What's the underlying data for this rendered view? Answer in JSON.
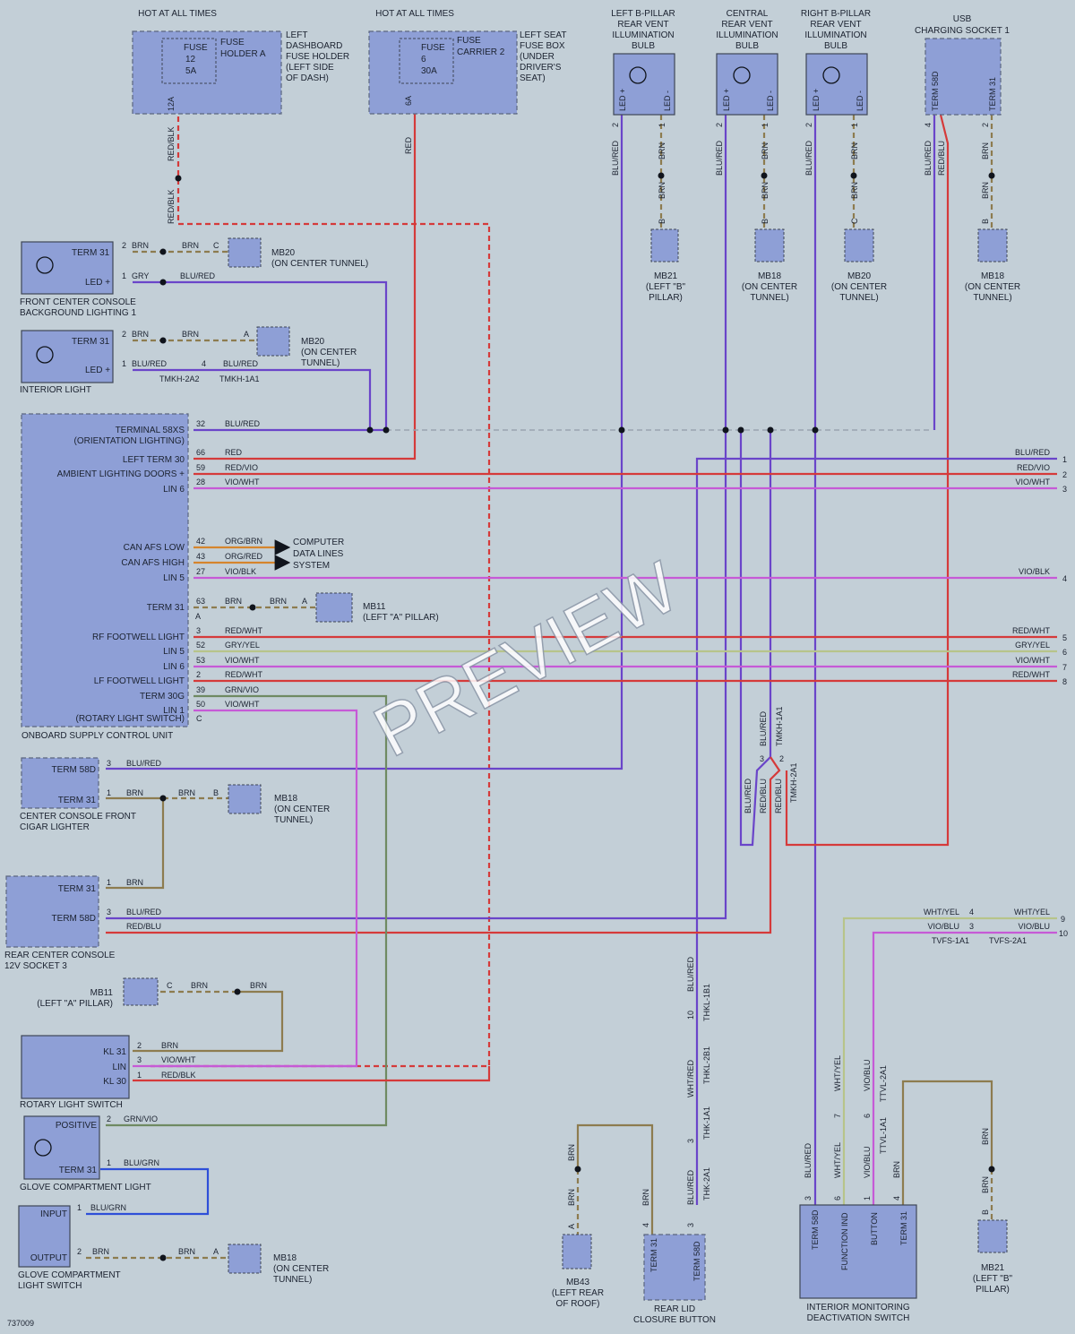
{
  "colors": {
    "background": "#c3cfd7",
    "component_fill": "#8e9fd6",
    "wire_red": "#d53a3a",
    "wire_blue_red": "#6a45c9",
    "wire_brown": "#8d7c4f",
    "wire_violet": "#c65ad6",
    "wire_green_violet": "#6f8a62",
    "wire_gray_yellow": "#b7c48a",
    "wire_blue_green": "#2e4fd8",
    "wire_orange": "#d5852d"
  },
  "watermark": "PREVIEW",
  "diagram_id": "737009",
  "fuses": {
    "left": {
      "hot": "HOT AT ALL TIMES",
      "fuse": "FUSE",
      "num": "12",
      "amp": "5A",
      "holder": [
        "FUSE",
        "HOLDER A"
      ],
      "location": [
        "LEFT",
        "DASHBOARD",
        "FUSE HOLDER",
        "(LEFT SIDE",
        "OF DASH)"
      ],
      "pin": "12A",
      "wire1": "RED/BLK",
      "wire2": "RED/BLK"
    },
    "right": {
      "hot": "HOT AT ALL TIMES",
      "fuse": "FUSE",
      "num": "6",
      "amp": "30A",
      "holder": [
        "FUSE",
        "CARRIER 2"
      ],
      "location": [
        "LEFT SEAT",
        "FUSE BOX",
        "(UNDER",
        "DRIVER'S",
        "SEAT)"
      ],
      "pin": "6A",
      "wire": "RED"
    }
  },
  "bulbs": [
    {
      "title": [
        "LEFT B-PILLAR",
        "REAR VENT",
        "ILLUMINATION",
        "BULB"
      ],
      "p1": "LED +",
      "p2": "LED -",
      "n1": "2",
      "n2": "1",
      "w1": "BLU/RED",
      "w2": "BRN",
      "w3": "BRN",
      "conn": "B",
      "ground": [
        "MB21",
        "(LEFT \"B\"",
        "PILLAR)"
      ]
    },
    {
      "title": [
        "CENTRAL",
        "REAR VENT",
        "ILLUMINATION",
        "BULB"
      ],
      "p1": "LED +",
      "p2": "LED -",
      "n1": "2",
      "n2": "1",
      "w1": "BLU/RED",
      "w2": "BRN",
      "w3": "BRN",
      "conn": "B",
      "ground": [
        "MB18",
        "(ON CENTER",
        "TUNNEL)"
      ]
    },
    {
      "title": [
        "RIGHT B-PILLAR",
        "REAR VENT",
        "ILLUMINATION",
        "BULB"
      ],
      "p1": "LED +",
      "p2": "LED -",
      "n1": "2",
      "n2": "1",
      "w1": "BLU/RED",
      "w2": "BRN",
      "w3": "BRN",
      "conn": "C",
      "ground": [
        "MB20",
        "(ON CENTER",
        "TUNNEL)"
      ]
    }
  ],
  "usb": {
    "title": [
      "USB",
      "CHARGING SOCKET 1"
    ],
    "p1": "TERM 58D",
    "p2": "TERM 31",
    "n1": "4",
    "n2": "2",
    "w1": "BLU/RED",
    "w1b": "RED/BLU",
    "w2": "BRN",
    "w3": "BRN",
    "conn": "B",
    "ground": [
      "MB18",
      "(ON CENTER",
      "TUNNEL)"
    ]
  },
  "front_console": {
    "t31": "TERM 31",
    "led": "LED +",
    "n2": "2",
    "n1": "1",
    "brn": "BRN",
    "brn2": "BRN",
    "gry": "GRY",
    "blured": "BLU/RED",
    "conn": "C",
    "ground": "MB20",
    "ground_loc": "(ON CENTER TUNNEL)",
    "label": [
      "FRONT CENTER CONSOLE",
      "BACKGROUND LIGHTING 1"
    ]
  },
  "interior_light": {
    "t31": "TERM 31",
    "led": "LED +",
    "n2": "2",
    "n1": "1",
    "brn": "BRN",
    "brn2": "BRN",
    "blured": "BLU/RED",
    "blured2": "BLU/RED",
    "conn": "A",
    "pin4": "4",
    "c1": "TMKH-2A2",
    "c2": "TMKH-1A1",
    "ground": [
      "MB20",
      "(ON CENTER",
      "TUNNEL)"
    ],
    "label": "INTERIOR LIGHT"
  },
  "supply_unit": {
    "label": "ONBOARD SUPPLY CONTROL UNIT",
    "pins": [
      {
        "name": [
          "TERMINAL 58XS",
          "(ORIENTATION LIGHTING)"
        ],
        "pin": "32",
        "wire": "BLU/RED"
      },
      {
        "name": [
          "LEFT TERM 30"
        ],
        "pin": "66",
        "wire": "RED"
      },
      {
        "name": [
          "AMBIENT LIGHTING DOORS +"
        ],
        "pin": "59",
        "wire": "RED/VIO"
      },
      {
        "name": [
          "LIN 6"
        ],
        "pin": "28",
        "wire": "VIO/WHT"
      },
      {
        "name": [
          "CAN AFS LOW"
        ],
        "pin": "42",
        "wire": "ORG/BRN"
      },
      {
        "name": [
          "CAN AFS HIGH"
        ],
        "pin": "43",
        "wire": "ORG/RED"
      },
      {
        "name": [
          "LIN 5"
        ],
        "pin": "27",
        "wire": "VIO/BLK"
      },
      {
        "name": [
          "TERM 31"
        ],
        "pin": "63",
        "wire": "BRN"
      },
      {
        "name": [
          "RF FOOTWELL LIGHT"
        ],
        "pin": "3",
        "wire": "RED/WHT"
      },
      {
        "name": [
          "LIN 5"
        ],
        "pin": "52",
        "wire": "GRY/YEL"
      },
      {
        "name": [
          "LIN 6"
        ],
        "pin": "53",
        "wire": "VIO/WHT"
      },
      {
        "name": [
          "LF FOOTWELL LIGHT"
        ],
        "pin": "2",
        "wire": "RED/WHT"
      },
      {
        "name": [
          "TERM 30G"
        ],
        "pin": "39",
        "wire": "GRN/VIO"
      },
      {
        "name": [
          "LIN 1"
        ],
        "pin": "50",
        "wire": "VIO/WHT"
      },
      {
        "name": [
          "(ROTARY LIGHT SWITCH)"
        ],
        "pin": "C",
        "wire": ""
      }
    ],
    "pin_a": "A",
    "computer": [
      "COMPUTER",
      "DATA LINES",
      "SYSTEM"
    ],
    "brn2": "BRN",
    "conn": "A",
    "ground": "MB11",
    "ground_loc": "(LEFT \"A\" PILLAR)"
  },
  "right_wires": [
    {
      "label": "BLU/RED",
      "num": "1"
    },
    {
      "label": "RED/VIO",
      "num": "2"
    },
    {
      "label": "VIO/WHT",
      "num": "3"
    },
    {
      "label": "VIO/BLK",
      "num": "4"
    },
    {
      "label": "RED/WHT",
      "num": "5"
    },
    {
      "label": "GRY/YEL",
      "num": "6"
    },
    {
      "label": "VIO/WHT",
      "num": "7"
    },
    {
      "label": "RED/WHT",
      "num": "8"
    },
    {
      "label": "WHT/YEL",
      "num": "9"
    },
    {
      "label": "VIO/BLU",
      "num": "10"
    }
  ],
  "cigar": {
    "t58": "TERM 58D",
    "t31": "TERM 31",
    "n3": "3",
    "n1": "1",
    "blured": "BLU/RED",
    "brn": "BRN",
    "brn2": "BRN",
    "conn": "B",
    "ground": [
      "MB18",
      "(ON CENTER",
      "TUNNEL)"
    ],
    "label": [
      "CENTER CONSOLE FRONT",
      "CIGAR LIGHTER"
    ]
  },
  "rear_socket": {
    "t31": "TERM 31",
    "t58": "TERM 58D",
    "n1": "1",
    "n3": "3",
    "brn": "BRN",
    "blured": "BLU/RED",
    "redblu": "RED/BLU",
    "label": [
      "REAR CENTER CONSOLE",
      "12V SOCKET 3"
    ]
  },
  "tunnel_conn": {
    "blured": "BLU/RED",
    "c1": "TMKH-1A1",
    "n3": "3",
    "n2": "2",
    "w1": "BLU/RED",
    "w2": "RED/BLU",
    "w3": "RED/BLU",
    "c2": "TMKH-2A1"
  },
  "rotary": {
    "ground": [
      "MB11",
      "(LEFT \"A\" PILLAR)"
    ],
    "conn": "C",
    "brn": "BRN",
    "brn2": "BRN",
    "pins": [
      "KL 31",
      "LIN",
      "KL 30"
    ],
    "nums": [
      "2",
      "3",
      "1"
    ],
    "wires": [
      "BRN",
      "VIO/WHT",
      "RED/BLK"
    ],
    "label": "ROTARY LIGHT SWITCH"
  },
  "glove_light": {
    "pos": "POSITIVE",
    "t31": "TERM 31",
    "n2": "2",
    "n1": "1",
    "w1": "GRN/VIO",
    "w2": "BLU/GRN",
    "label": "GLOVE COMPARTMENT LIGHT"
  },
  "glove_switch": {
    "input": "INPUT",
    "output": "OUTPUT",
    "n1": "1",
    "n2": "2",
    "w1": "BLU/GRN",
    "w2": "BRN",
    "w3": "BRN",
    "conn": "A",
    "ground": [
      "MB18",
      "(ON CENTER",
      "TUNNEL)"
    ],
    "label": [
      "GLOVE COMPARTMENT",
      "LIGHT SWITCH"
    ]
  },
  "roof_ground": {
    "brn": "BRN",
    "brn2": "BRN",
    "brn3": "BRN",
    "conn": "A",
    "ground": [
      "MB43",
      "(LEFT REAR",
      "OF ROOF)"
    ]
  },
  "rear_lid": {
    "t31": "TERM 31",
    "t58": "TERM 58D",
    "n4": "4",
    "n3": "3",
    "w_blured": "BLU/RED",
    "c_thkl1": "THKL-1B1",
    "n10": "10",
    "w_whtred": "WHT/RED",
    "c_thkl2": "THKL-2B1",
    "c_thk1": "THK-1A1",
    "n3b": "3",
    "w_blured2": "BLU/RED",
    "c_thk2": "THK-2A1",
    "label": [
      "REAR LID",
      "CLOSURE BUTTON"
    ]
  },
  "monitor": {
    "pins": [
      "TERM 58D",
      "FUNCTION IND",
      "BUTTON",
      "TERM 31"
    ],
    "nums": [
      "3",
      "6",
      "1",
      "4"
    ],
    "w_blured": "BLU/RED",
    "w_whtyel": "WHT/YEL",
    "w_whtyel2": "WHT/YEL",
    "w_violblu": "VIO/BLU",
    "w_violblu2": "VIO/BLU",
    "n7": "7",
    "n6": "6",
    "c_ttvl2": "TTVL-2A1",
    "c_ttvl1": "TTVL-1A1",
    "w_brn": "BRN",
    "tvfs_l": "WHT/YEL",
    "tvfs_l2": "VIO/BLU",
    "n4": "4",
    "n3": "3",
    "tvfs1": "TVFS-1A1",
    "tvfs2": "TVFS-2A1",
    "label": [
      "INTERIOR MONITORING",
      "DEACTIVATION SWITCH"
    ]
  },
  "mb21_right": {
    "brn": "BRN",
    "brn2": "BRN",
    "conn": "B",
    "ground": [
      "MB21",
      "(LEFT \"B\"",
      "PILLAR)"
    ]
  }
}
